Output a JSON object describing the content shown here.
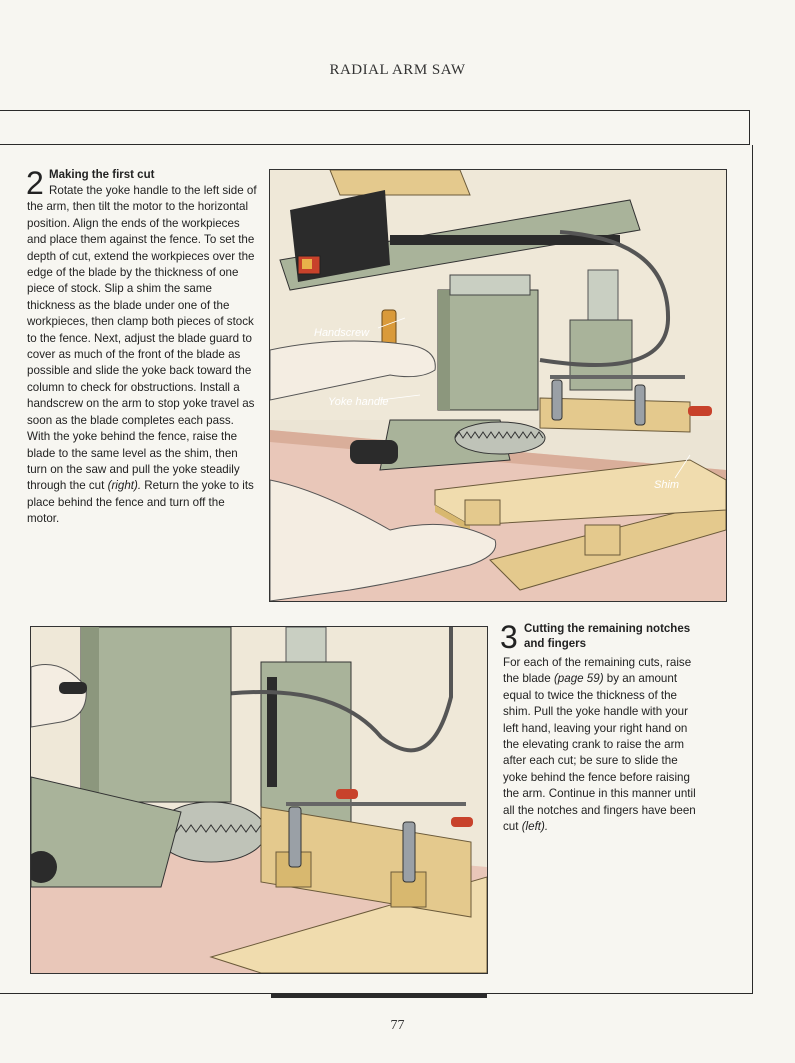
{
  "page": {
    "header": "RADIAL ARM SAW",
    "folio": "77"
  },
  "step2": {
    "number": "2",
    "title": "Making the first cut",
    "body_1": "Rotate the yoke handle to the left side of the arm, then tilt the motor to the horizontal position. Align the ends of the workpieces and place them against the fence. To set the depth of cut, extend the workpieces over the edge of the blade by the thickness of one piece of stock. Slip a shim the same thickness as the blade under one of the workpieces, then clamp both pieces of stock to the fence. Next, adjust the blade guard to cover as much of the front of the blade as possible and slide the yoke back toward the column to check for obstructions. Install a handscrew on the arm to stop yoke travel as soon as the blade completes each pass. With the yoke behind the fence, raise the blade to the same level as the shim, then turn on the saw and pull the yoke steadily through the cut ",
    "ref": "(right).",
    "body_2": " Return the yoke to its place behind the fence and turn off the motor."
  },
  "figure1": {
    "labels": {
      "handscrew": "Handscrew",
      "yoke_handle": "Yoke handle",
      "shim": "Shim"
    }
  },
  "step3": {
    "number": "3",
    "title_1": "Cutting the remaining notches",
    "title_2": "and fingers",
    "body_1": "For each of the remaining cuts, raise the blade ",
    "ref_page": "(page 59)",
    "body_2": " by an amount equal to twice the thickness of the shim. Pull the yoke handle with your left hand, leaving your right hand on the elevating crank to raise the arm after each cut; be sure to slide the yoke behind the fence before raising the arm. Continue in this manner until all the notches and fingers have been cut ",
    "ref": "(left)."
  },
  "colors": {
    "saw_green": "#a9b39a",
    "saw_dark": "#2b2b2b",
    "wood": "#e4c98d",
    "table_pink": "#e9c7b9",
    "clamp_red": "#c8422b",
    "skin": "#f4ede2"
  }
}
